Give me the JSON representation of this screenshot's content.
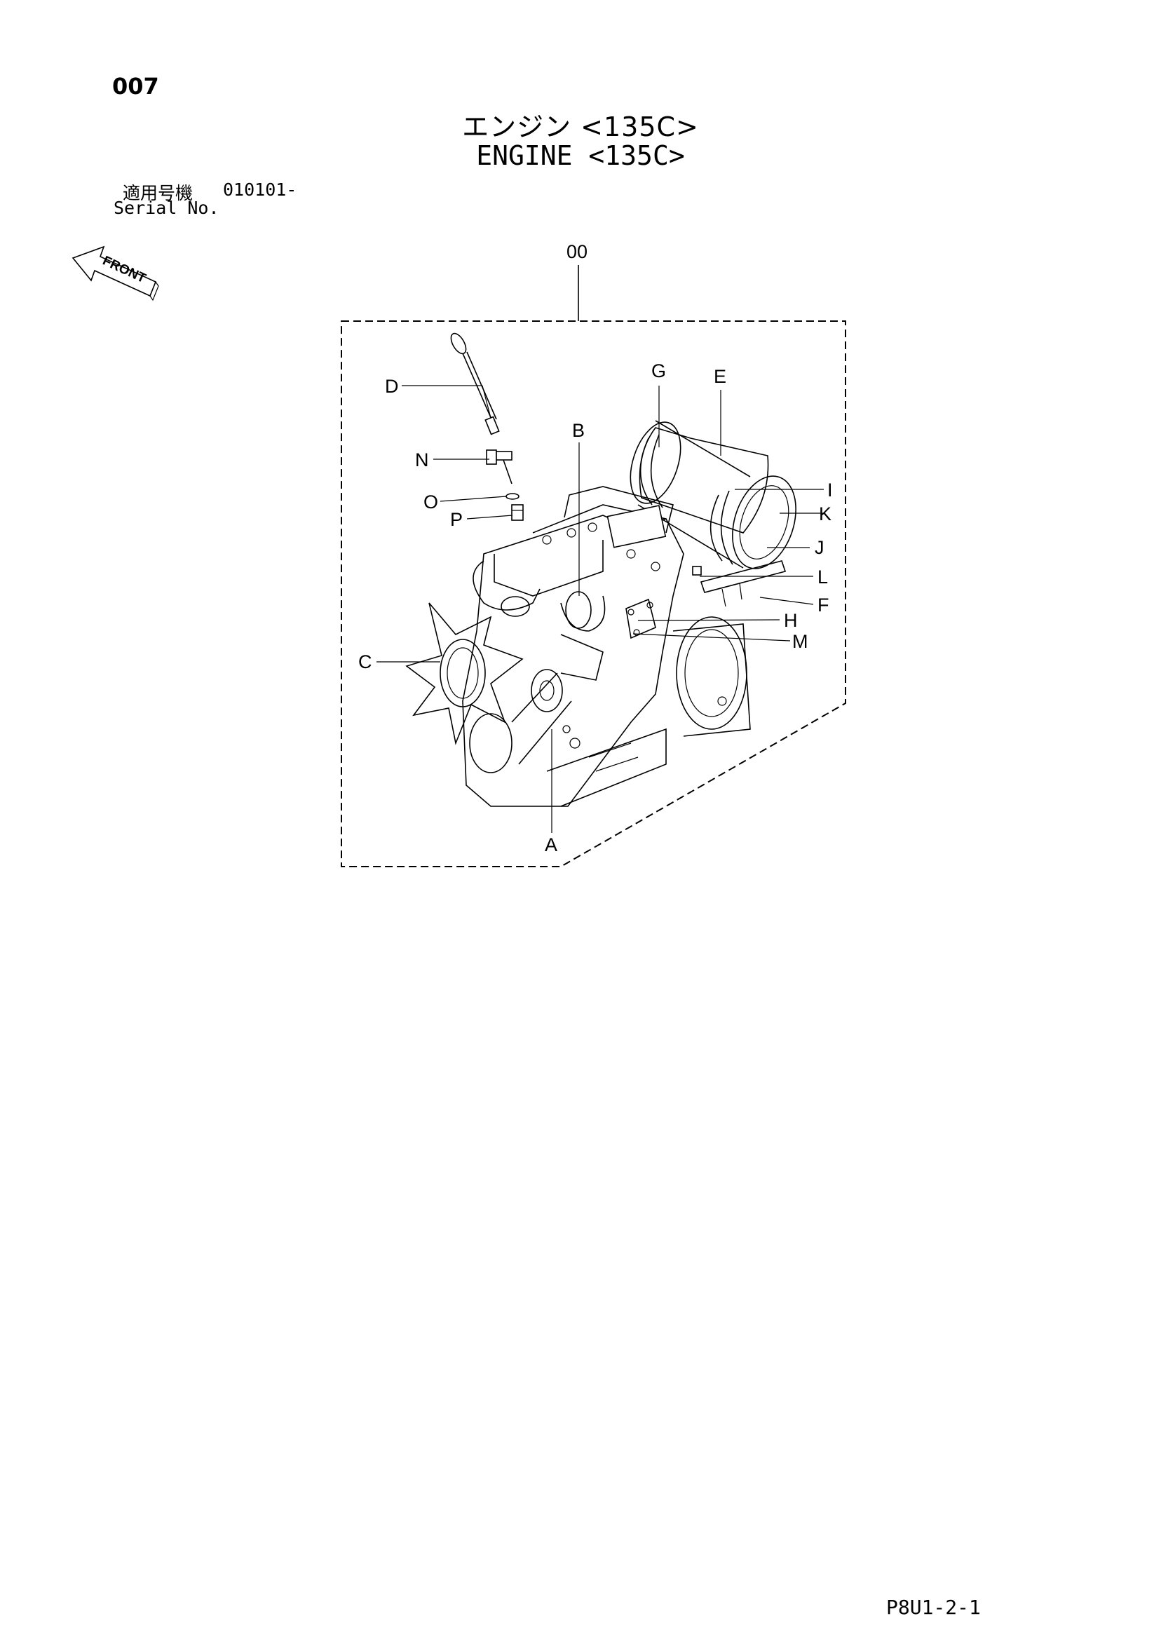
{
  "page": {
    "number": "007",
    "title_jp": "エンジン <135C>",
    "title_en": "ENGINE <135C>",
    "serial_label_jp": "適用号機",
    "serial_value": "010101-",
    "serial_label_en": "Serial No.",
    "code": "P8U1-2-1"
  },
  "front_arrow": {
    "label": "FRONT",
    "icon": "front-direction-arrow-icon"
  },
  "assembly_label": "00",
  "callouts": [
    "A",
    "B",
    "C",
    "D",
    "E",
    "F",
    "G",
    "H",
    "I",
    "J",
    "K",
    "L",
    "M",
    "N",
    "O",
    "P"
  ]
}
